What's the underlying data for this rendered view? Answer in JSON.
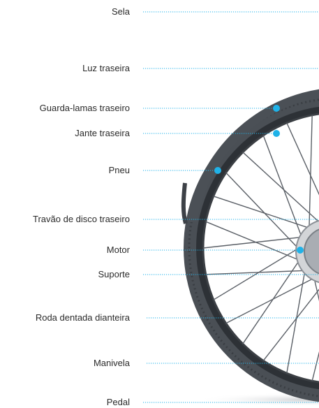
{
  "labels": {
    "saddle": "Sela",
    "rear_light": "Luz traseira",
    "rear_fender": "Guarda-lamas traseiro",
    "rear_rim": "Jante traseira",
    "tire": "Pneu",
    "rear_disc_brake": "Travão de disco traseiro",
    "motor": "Motor",
    "kickstand": "Suporte",
    "chainring": "Roda dentada dianteira",
    "crank": "Manivela",
    "pedal": "Pedal"
  },
  "colors": {
    "leader_line": "#1fb2e8",
    "marker_dot": "#1fb2e8",
    "tire": "#4a4f55",
    "fender": "#4b5056",
    "rim": "#2d3136",
    "spoke": "#5a5f66",
    "hub": "#a9adb3"
  }
}
